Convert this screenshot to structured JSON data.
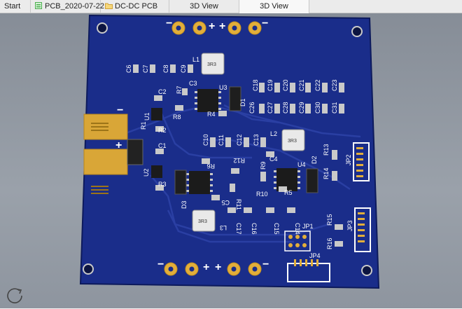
{
  "tabs": [
    {
      "label": "Start",
      "type": "text"
    },
    {
      "label": "PCB_2020-07-22...",
      "type": "pcb"
    },
    {
      "label": "DC-DC PCB",
      "type": "folder"
    },
    {
      "label": "3D View",
      "type": "text"
    },
    {
      "label": "3D View",
      "type": "text",
      "active": true
    }
  ],
  "colors": {
    "pcb_blue": "#1a2d8a",
    "pcb_edge": "#0d1a5c",
    "gold": "#e2ae3a",
    "silk": "#ffffff",
    "tab_folder": "#e2b64d",
    "tab_pcb": "#4caf50"
  },
  "silk": {
    "top_minus_left": "−",
    "top_plus_left": "+",
    "top_plus_right": "+",
    "top_minus_right": "−",
    "bot_minus_left": "−",
    "bot_plus_left": "+",
    "bot_plus_right": "+",
    "bot_minus_right": "−",
    "conn_minus": "−",
    "conn_plus": "+"
  },
  "inductors": {
    "l1": "3R3",
    "l2": "3R3",
    "l3": "3R3"
  },
  "designators": {
    "c6": "C6",
    "c7": "C7",
    "c8": "C8",
    "c9": "C9",
    "l1": "L1",
    "c3": "C3",
    "u3": "U3",
    "r7": "R7",
    "c2": "C2",
    "d1": "D1",
    "c18": "C18",
    "c19": "C19",
    "c20": "C20",
    "c21": "C21",
    "c22": "C22",
    "c23": "C23",
    "c26": "C26",
    "c27": "C27",
    "c28": "C28",
    "c29": "C29",
    "c30": "C30",
    "c31": "C31",
    "u1": "U1",
    "r8": "R8",
    "r4": "R4",
    "r1": "R1",
    "r2": "R2",
    "c1": "C1",
    "u2": "U2",
    "r3": "R3",
    "l2": "L2",
    "c10": "C10",
    "c11": "C11",
    "c12": "C12",
    "c13": "C13",
    "r13": "R13",
    "jp2": "JP2",
    "r6": "R6",
    "r12": "R12",
    "r9": "R9",
    "c4": "C4",
    "u4": "U4",
    "d2": "D2",
    "r14": "R14",
    "r11": "R11",
    "r10": "R10",
    "r5": "R5",
    "d3": "D3",
    "c5": "C5",
    "c17": "C17",
    "c16": "C16",
    "c15": "C15",
    "c14": "C14",
    "l3": "L3",
    "r15": "R15",
    "jp3": "JP3",
    "jp1": "JP1",
    "r16": "R16",
    "jp4": "JP4"
  }
}
